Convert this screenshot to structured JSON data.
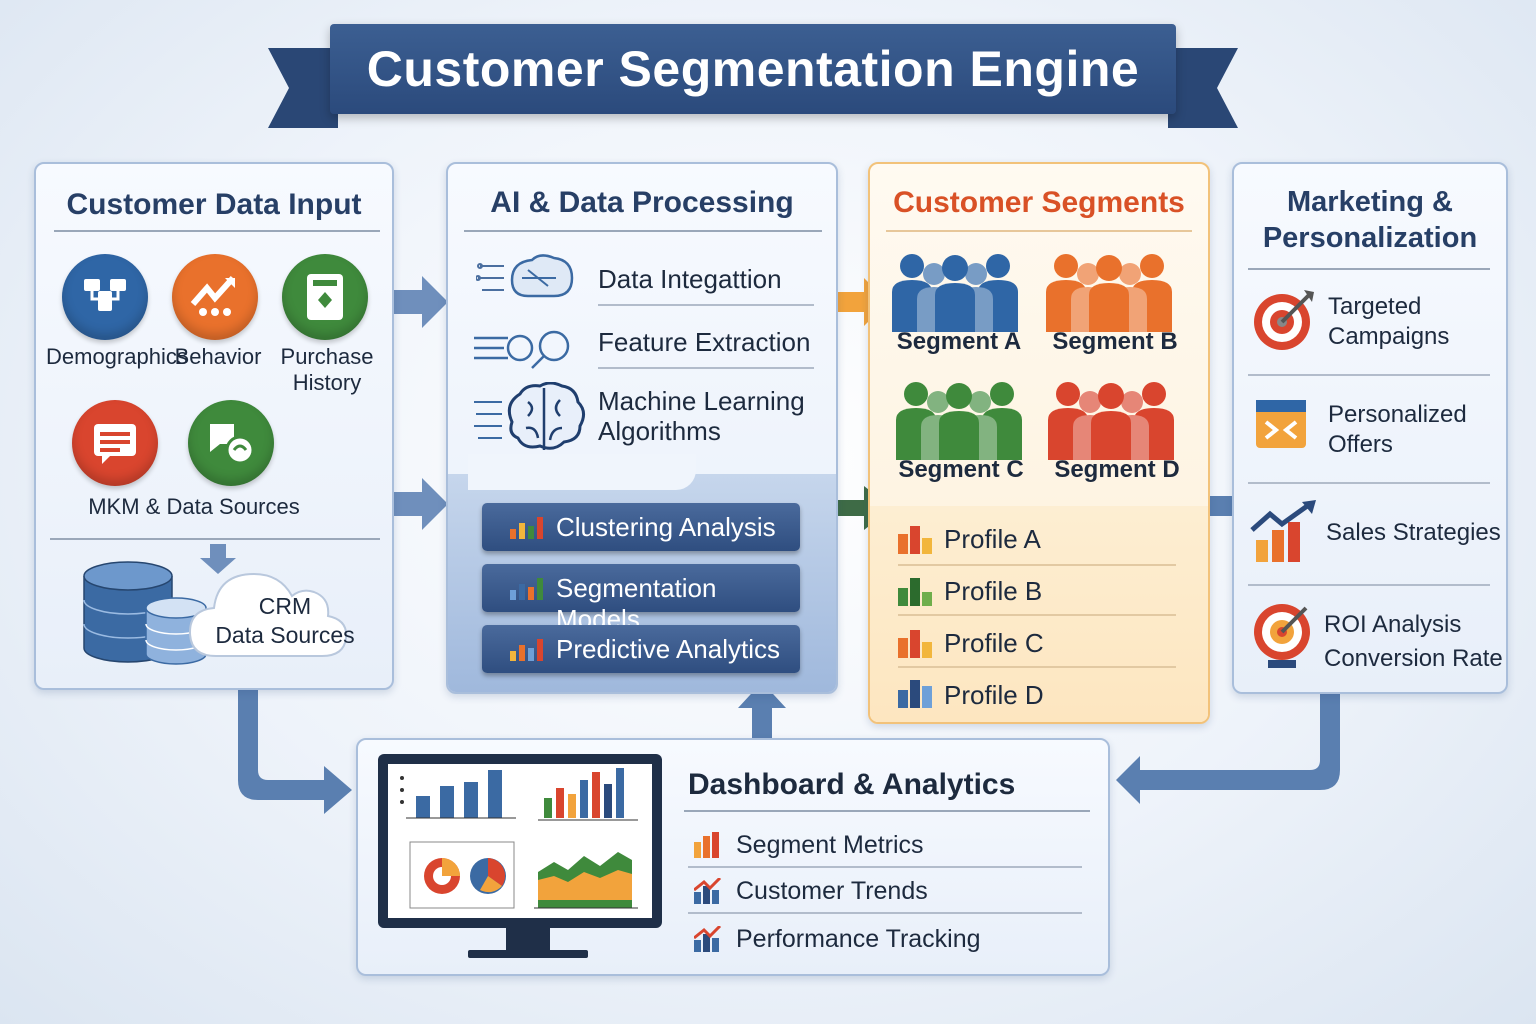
{
  "title": "Customer Segmentation Engine",
  "input": {
    "title": "Customer Data Input",
    "items": [
      {
        "label": "Demographics",
        "color": "#2f66a6",
        "icon": "org-chart-icon"
      },
      {
        "label": "Behavior",
        "color": "#e9712c",
        "icon": "trend-arrow-icon"
      },
      {
        "label": "Purchase\nHistory",
        "color": "#3f8a3c",
        "icon": "receipt-icon"
      },
      {
        "label": "MKM & Data Sources",
        "color": "#d9452e",
        "icon": "document-icon"
      },
      {
        "label": "",
        "color": "#3f8a3c",
        "icon": "chat-icon"
      }
    ],
    "crm_label": "CRM\nData Sources"
  },
  "processing": {
    "title": "AI & Data Processing",
    "rows": [
      "Data Integattion",
      "Feature Extraction",
      "Machine Learning\nAlgorithms"
    ],
    "buttons": [
      "Clustering Analysis",
      "Segmentation Models",
      "Predictive Analytics"
    ]
  },
  "segments": {
    "title": "Customer Segments",
    "groups": [
      {
        "label": "Segment A",
        "color": "#2f66a6"
      },
      {
        "label": "Segment B",
        "color": "#e9712c"
      },
      {
        "label": "Segment C",
        "color": "#3f8a3c"
      },
      {
        "label": "Segment D",
        "color": "#d9452e"
      }
    ],
    "profiles": [
      "Profile A",
      "Profile B",
      "Profile C",
      "Profile D"
    ]
  },
  "marketing": {
    "title": "Marketing &\nPersonalization",
    "items": [
      {
        "label": "Targeted\nCampaigns",
        "icon": "target-icon"
      },
      {
        "label": "Personalized\nOffers",
        "icon": "offer-card-icon"
      },
      {
        "label": "Sales Strategies",
        "icon": "growth-chart-icon"
      },
      {
        "label": "ROI Analysis\nConversion Rate",
        "icon": "roi-target-icon"
      }
    ]
  },
  "dashboard": {
    "title": "Dashboard & Analytics",
    "items": [
      "Segment Metrics",
      "Customer Trends",
      "Performance Tracking"
    ]
  },
  "colors": {
    "navy": "#2b4a7c",
    "orange": "#e9712c",
    "green": "#3f8a3c",
    "red": "#d9452e",
    "blue": "#2f66a6"
  }
}
